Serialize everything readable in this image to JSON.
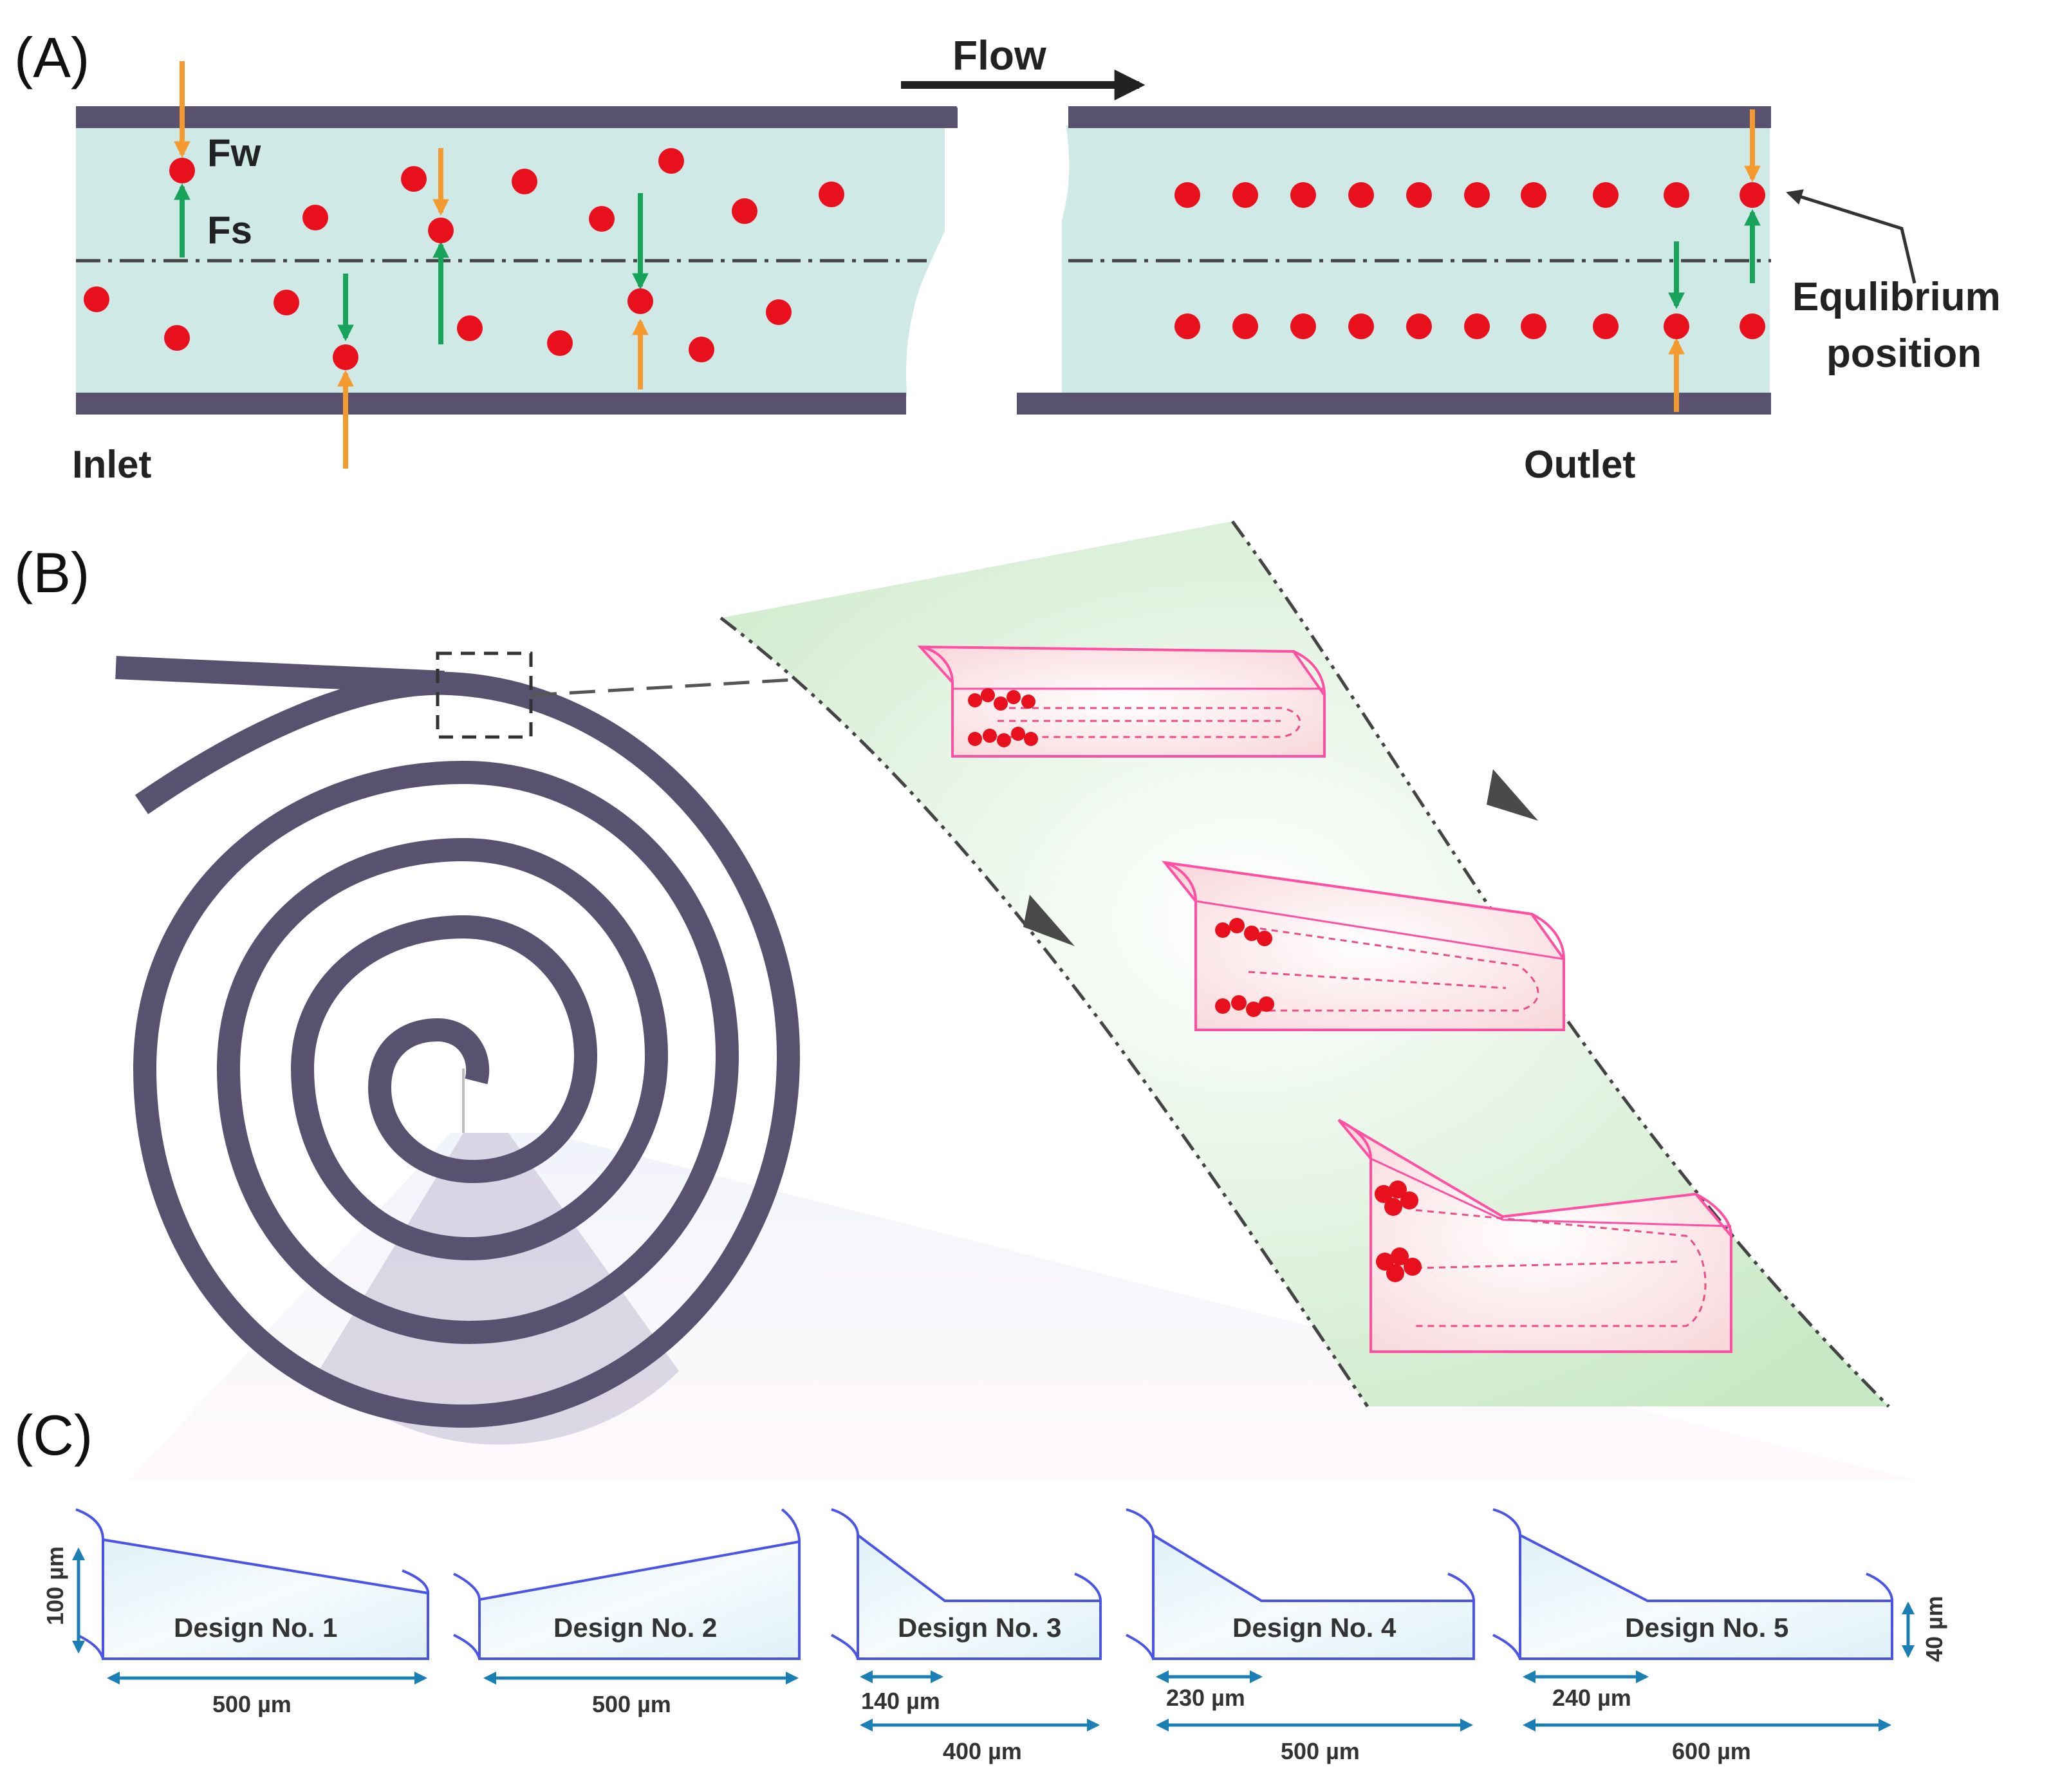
{
  "panels": {
    "a": "(A)",
    "b": "(B)",
    "c": "(C)"
  },
  "panel_a": {
    "flow": "Flow",
    "fw": "Fw",
    "fs": "Fs",
    "inlet": "Inlet",
    "outlet": "Outlet",
    "equilibrium_line1": "Equlibrium",
    "equilibrium_line2": "position"
  },
  "panel_c": {
    "designs": [
      {
        "name": "Design No. 1",
        "width": "500 µm",
        "height": "100 µm"
      },
      {
        "name": "Design No. 2",
        "width": "500 µm"
      },
      {
        "name": "Design No. 3",
        "inner": "140 µm",
        "width": "400 µm"
      },
      {
        "name": "Design No. 4",
        "inner": "230 µm",
        "width": "500 µm"
      },
      {
        "name": "Design No. 5",
        "inner": "240 µm",
        "width": "600 µm",
        "height": "40 µm"
      }
    ]
  },
  "colors": {
    "channel_wall": "#58516f",
    "channel_fluid": "#cfe9e6",
    "particle": "#e8101c",
    "force_wall": "#f59a2e",
    "force_shear": "#17a35a",
    "section_outline": "#ff4fa3",
    "design_outline": "#4a55e8",
    "dimension_arrow": "#1a7fb5",
    "zoom_band": "#cfeccd"
  }
}
